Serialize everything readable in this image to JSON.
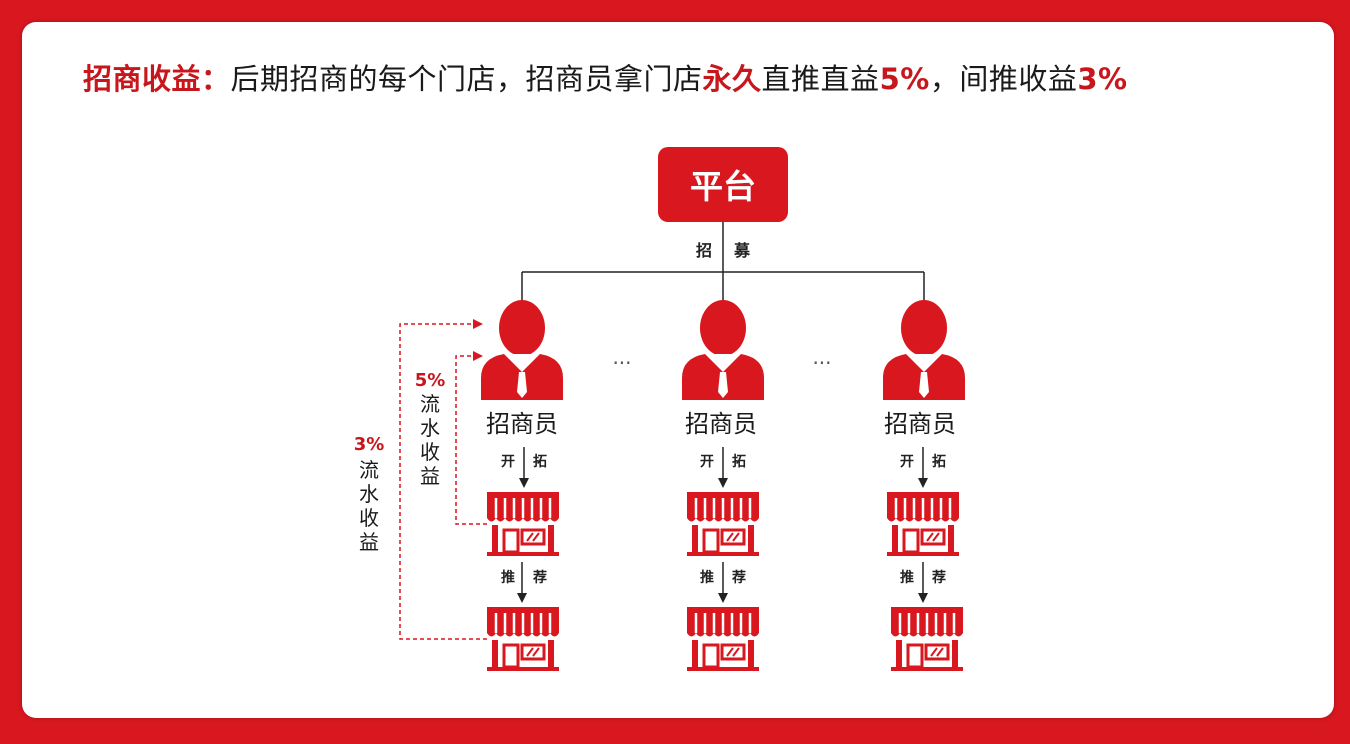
{
  "headline": {
    "label": "招商收益：",
    "text_1": "后期招商的每个门店，招商员拿门店",
    "emph_1": "永久",
    "text_2": "直推直益",
    "emph_2": "5%",
    "text_3": "，间推收益",
    "emph_3": "3%"
  },
  "platform": {
    "label": "平台"
  },
  "recruit_label": [
    "招",
    "募"
  ],
  "recruiter_label": "招商员",
  "ellipsis": "···",
  "develop_label": [
    "开",
    "拓"
  ],
  "recommend_label": [
    "推",
    "荐"
  ],
  "direct_income": {
    "pct": "5%",
    "chars": [
      "流",
      "水",
      "收",
      "益"
    ]
  },
  "indirect_income": {
    "pct": "3%",
    "chars": [
      "流",
      "水",
      "收",
      "益"
    ]
  },
  "colors": {
    "brand_red": "#d8171e",
    "accent_red": "#c8161d",
    "line": "#222222"
  },
  "icons": {
    "recruiter": "person-icon",
    "store": "store-icon"
  }
}
